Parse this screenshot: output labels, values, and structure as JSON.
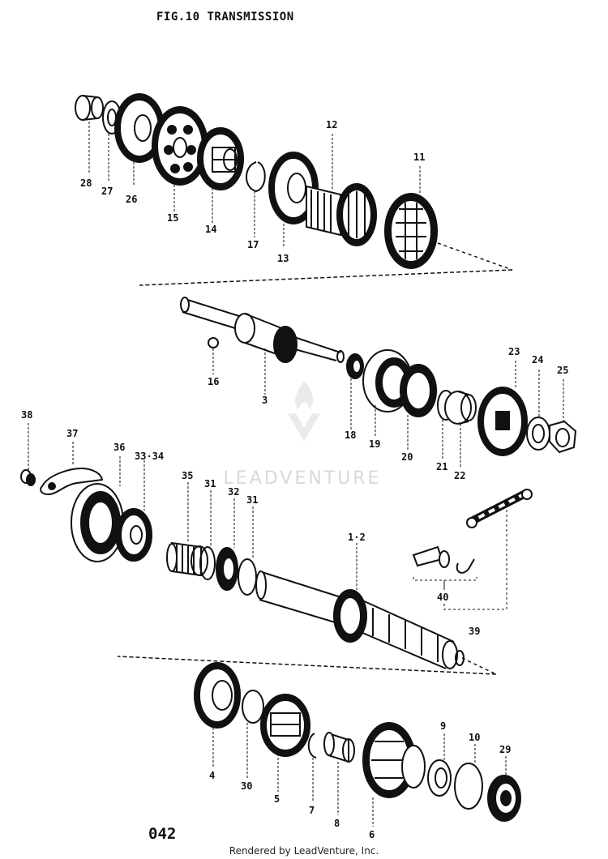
{
  "title": "FIG.10  TRANSMISSION",
  "page_number": "042",
  "footer": "Rendered by LeadVenture, Inc.",
  "watermark": "LEADVENTURE",
  "callouts": [
    {
      "id": "c28",
      "text": "28"
    },
    {
      "id": "c27",
      "text": "27"
    },
    {
      "id": "c26",
      "text": "26"
    },
    {
      "id": "c15",
      "text": "15"
    },
    {
      "id": "c14",
      "text": "14"
    },
    {
      "id": "c17",
      "text": "17"
    },
    {
      "id": "c13",
      "text": "13"
    },
    {
      "id": "c12",
      "text": "12"
    },
    {
      "id": "c11",
      "text": "11"
    },
    {
      "id": "c16",
      "text": "16"
    },
    {
      "id": "c3",
      "text": "3"
    },
    {
      "id": "c18",
      "text": "18"
    },
    {
      "id": "c19",
      "text": "19"
    },
    {
      "id": "c20",
      "text": "20"
    },
    {
      "id": "c21",
      "text": "21"
    },
    {
      "id": "c22",
      "text": "22"
    },
    {
      "id": "c23",
      "text": "23"
    },
    {
      "id": "c24",
      "text": "24"
    },
    {
      "id": "c25",
      "text": "25"
    },
    {
      "id": "c38",
      "text": "38"
    },
    {
      "id": "c37",
      "text": "37"
    },
    {
      "id": "c36",
      "text": "36"
    },
    {
      "id": "c3334",
      "text": "33·34"
    },
    {
      "id": "c35",
      "text": "35"
    },
    {
      "id": "c31a",
      "text": "31"
    },
    {
      "id": "c32",
      "text": "32"
    },
    {
      "id": "c31b",
      "text": "31"
    },
    {
      "id": "c12b",
      "text": "1·2"
    },
    {
      "id": "c40",
      "text": "40"
    },
    {
      "id": "c39",
      "text": "39"
    },
    {
      "id": "c4",
      "text": "4"
    },
    {
      "id": "c30",
      "text": "30"
    },
    {
      "id": "c5",
      "text": "5"
    },
    {
      "id": "c7",
      "text": "7"
    },
    {
      "id": "c8",
      "text": "8"
    },
    {
      "id": "c6",
      "text": "6"
    },
    {
      "id": "c9",
      "text": "9"
    },
    {
      "id": "c10",
      "text": "10"
    },
    {
      "id": "c29",
      "text": "29"
    }
  ]
}
